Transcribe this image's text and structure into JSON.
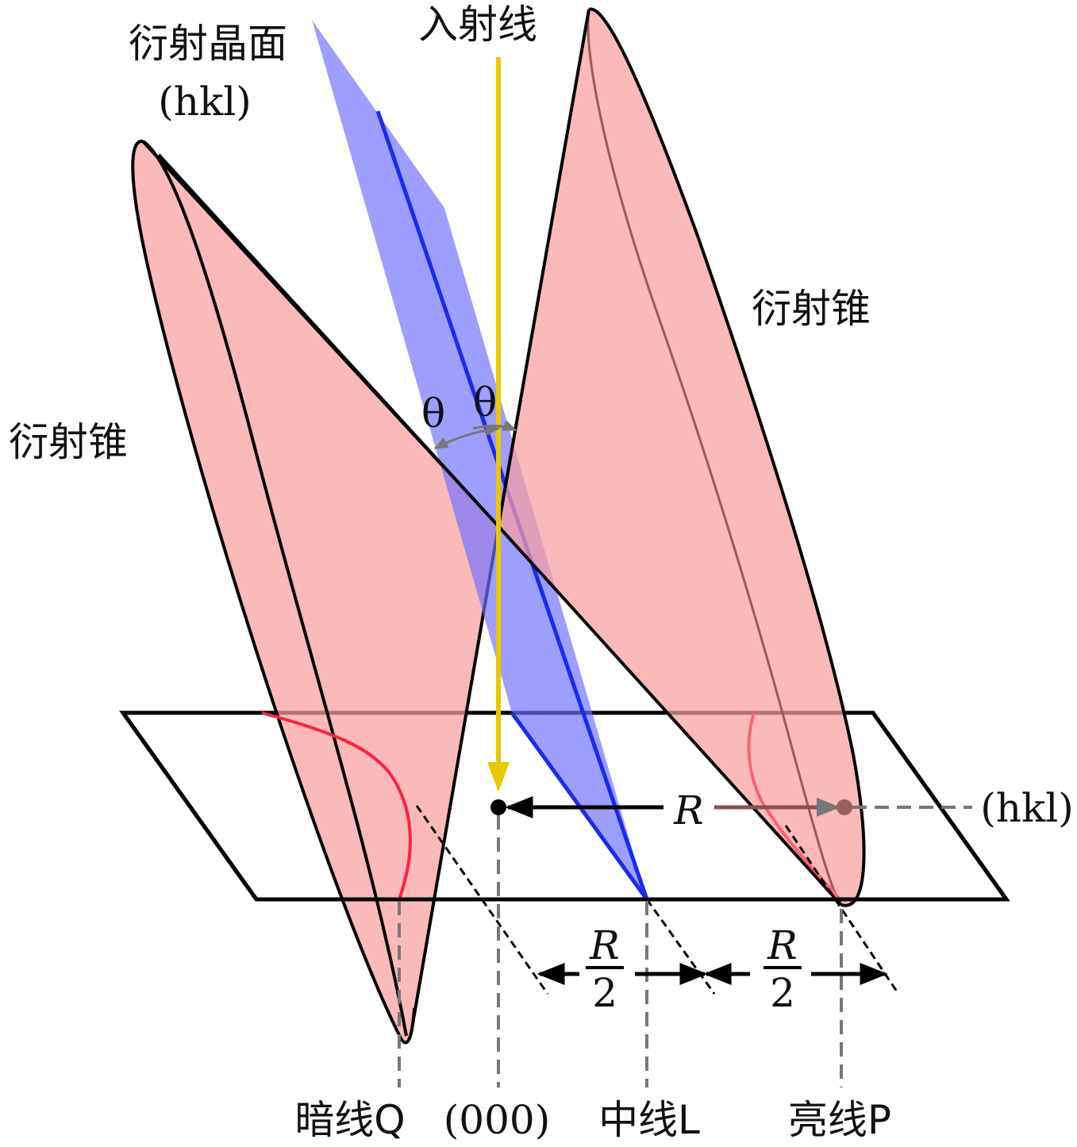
{
  "labels": {
    "plane_title": "衍射晶面",
    "plane_hkl": "(hkl)",
    "incident": "入射线",
    "cone_right": "衍射锥",
    "cone_left": "衍射锥",
    "theta_left": "θ",
    "theta_right": "θ",
    "R": "R",
    "hkl_spot": "(hkl)",
    "half_R_num_left": "R",
    "half_R_den_left": "2",
    "half_R_num_right": "R",
    "half_R_den_right": "2",
    "dark_line": "暗线Q",
    "origin": "(000)",
    "middle_line": "中线L",
    "bright_line": "亮线P"
  },
  "colors": {
    "cone_fill": "#f8a0a0",
    "crystal_plane": "#8080ff",
    "crystal_line": "#1a2af0",
    "incident_beam": "#e8c800",
    "outline": "#000000",
    "dashed": "#777777",
    "hyperbola": "#ff2040"
  }
}
